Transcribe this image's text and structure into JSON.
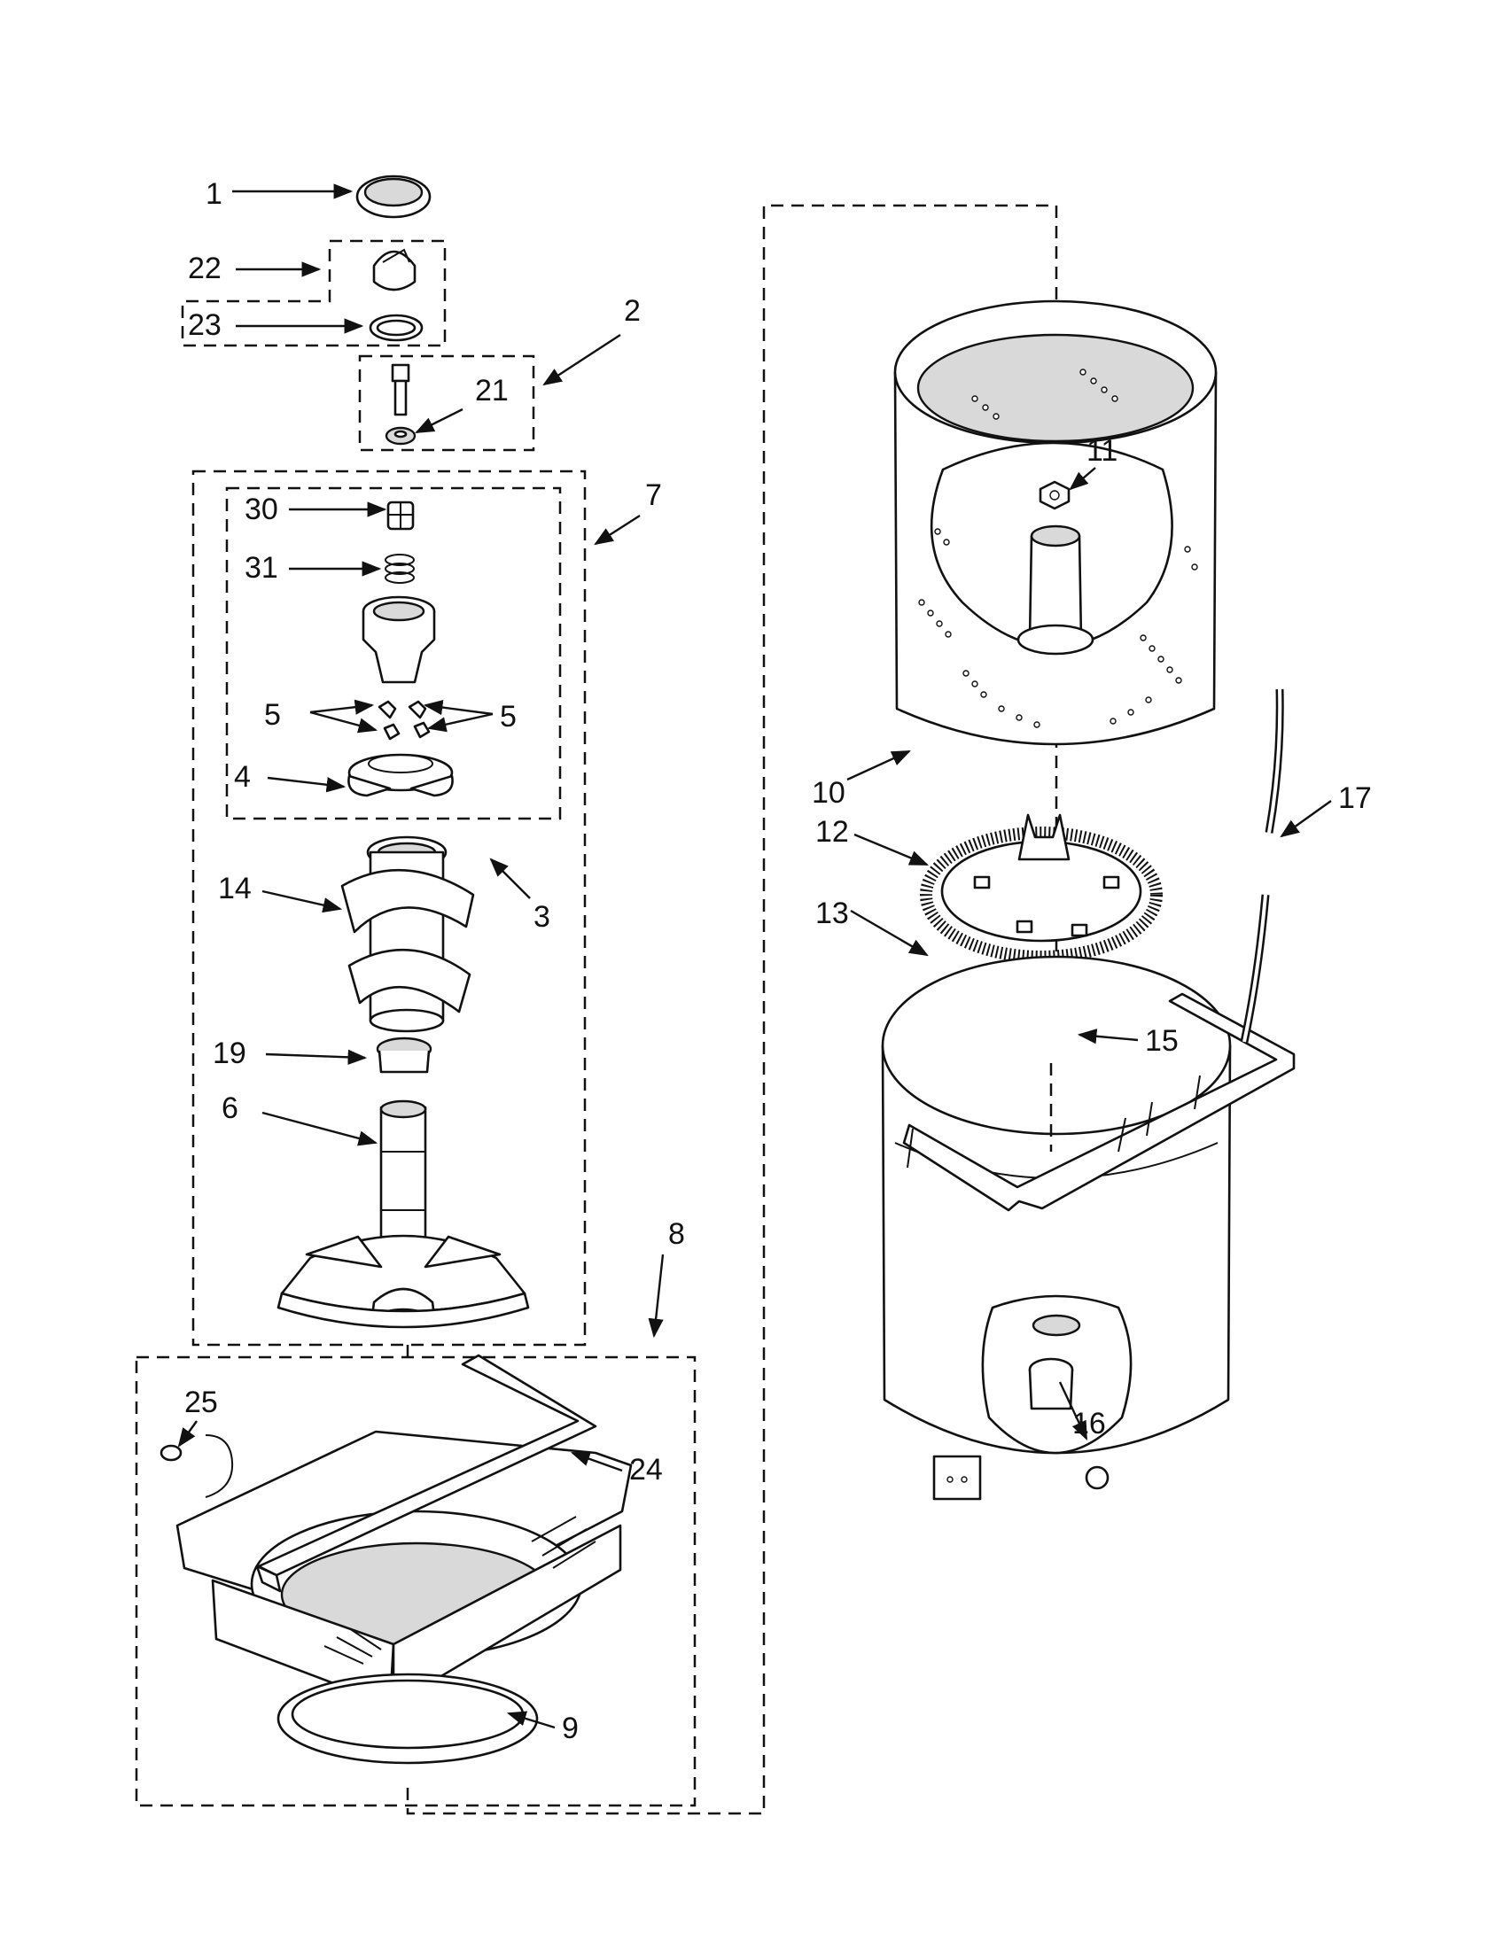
{
  "diagram": {
    "callouts": {
      "c1": "1",
      "c2": "2",
      "c3": "3",
      "c4": "4",
      "c5a": "5",
      "c5b": "5",
      "c6": "6",
      "c7": "7",
      "c8": "8",
      "c9": "9",
      "c10": "10",
      "c11": "11",
      "c12": "12",
      "c13": "13",
      "c14": "14",
      "c15": "15",
      "c16": "16",
      "c17": "17",
      "c19": "19",
      "c21": "21",
      "c22": "22",
      "c23": "23",
      "c24": "24",
      "c25": "25",
      "c30": "30",
      "c31": "31"
    },
    "colors": {
      "line": "#111111",
      "background": "#ffffff",
      "shade": "#d9d9d9"
    }
  }
}
